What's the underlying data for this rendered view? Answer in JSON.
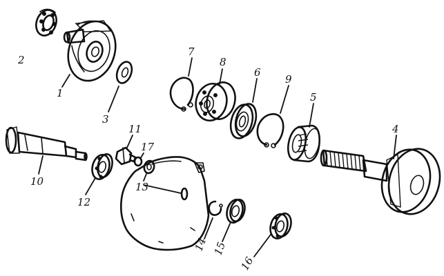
{
  "callouts": [
    {
      "id": "p1",
      "text": "1"
    },
    {
      "id": "p2",
      "text": "2"
    },
    {
      "id": "p3",
      "text": "3"
    },
    {
      "id": "p4",
      "text": "4"
    },
    {
      "id": "p5",
      "text": "5"
    },
    {
      "id": "p6",
      "text": "6"
    },
    {
      "id": "p7",
      "text": "7"
    },
    {
      "id": "p8",
      "text": "8"
    },
    {
      "id": "p9",
      "text": "9"
    },
    {
      "id": "p10",
      "text": "10"
    },
    {
      "id": "p11",
      "text": "11"
    },
    {
      "id": "p12",
      "text": "12"
    },
    {
      "id": "p13",
      "text": "13"
    },
    {
      "id": "p14",
      "text": "14"
    },
    {
      "id": "p15",
      "text": "15"
    },
    {
      "id": "p16",
      "text": "16"
    },
    {
      "id": "p17",
      "text": "17"
    }
  ]
}
